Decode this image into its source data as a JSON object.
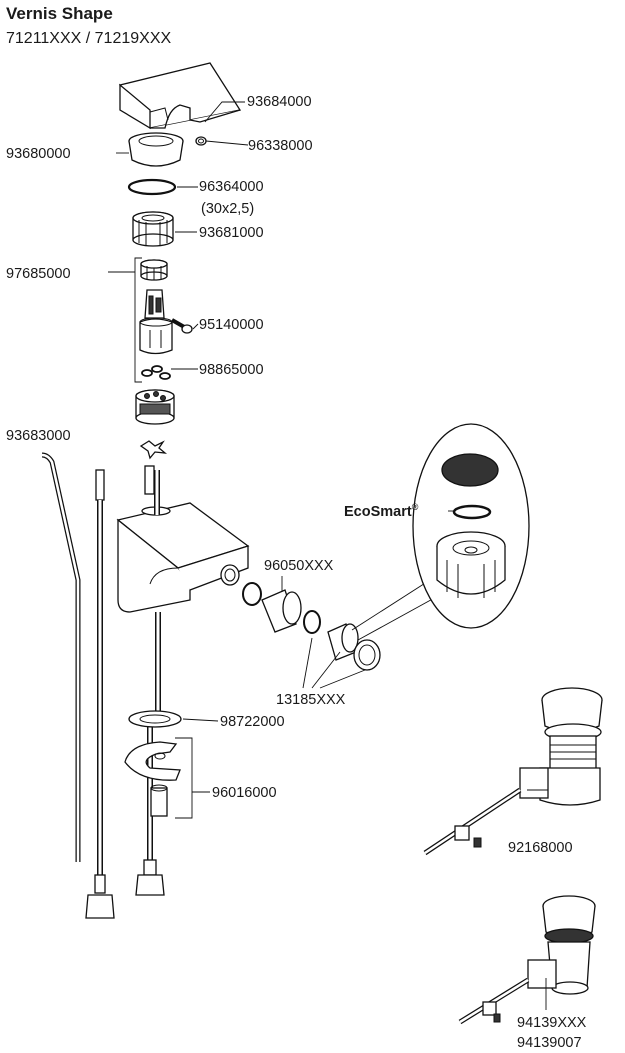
{
  "header": {
    "title": "Vernis Shape",
    "subtitle": "71211XXX / 71219XXX"
  },
  "parts": {
    "p93684000": "93684000",
    "p96338000": "96338000",
    "p93680000": "93680000",
    "p96364000": "96364000",
    "p96364000_size": "(30x2,5)",
    "p93681000": "93681000",
    "p97685000": "97685000",
    "p95140000": "95140000",
    "p98865000": "98865000",
    "p93683000": "93683000",
    "p96050xxx": "96050XXX",
    "p13185xxx": "13185XXX",
    "p98722000": "98722000",
    "p96016000": "96016000",
    "p92168000": "92168000",
    "p94139xxx": "94139XXX",
    "p94139007": "94139007"
  },
  "brand": {
    "ecosmart": "EcoSmart",
    "registered": "®"
  }
}
